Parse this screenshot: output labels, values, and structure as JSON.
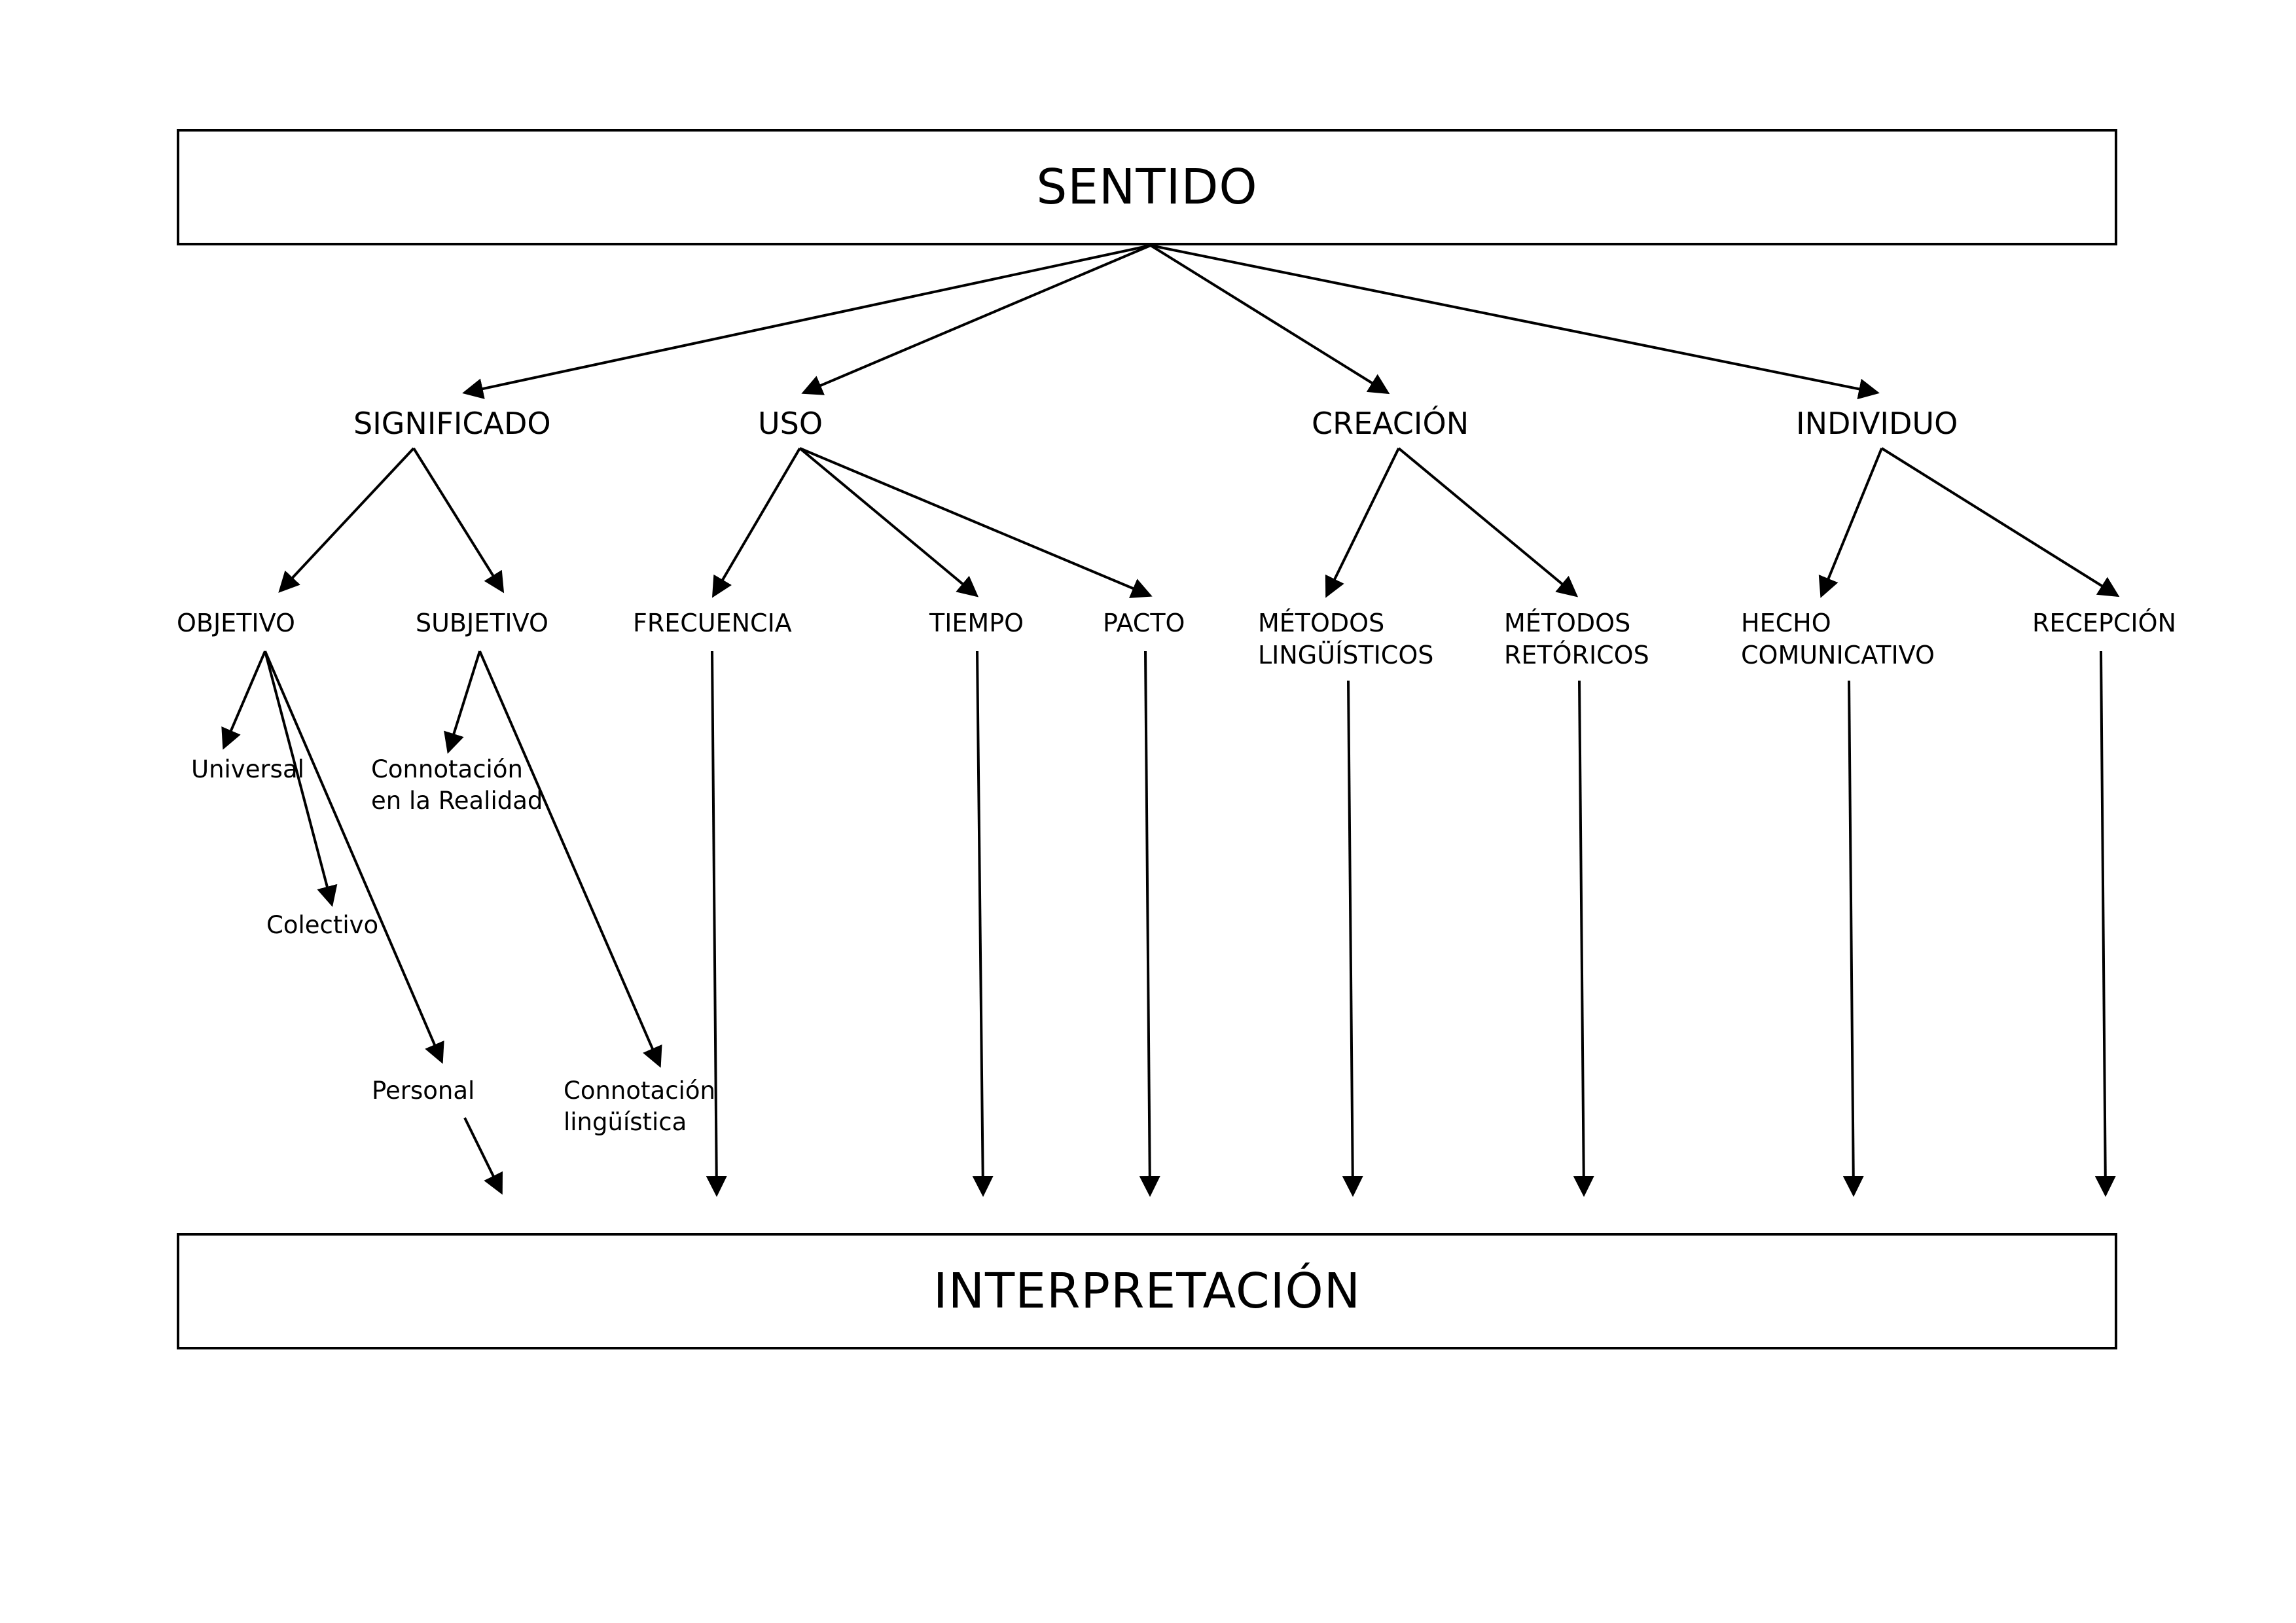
{
  "diagram": {
    "top_box": "SENTIDO",
    "bottom_box": "INTERPRETACIÓN",
    "level1": {
      "significado": "SIGNIFICADO",
      "uso": "USO",
      "creacion": "CREACIÓN",
      "individuo": "INDIVIDUO"
    },
    "level2": {
      "objetivo": "OBJETIVO",
      "subjetivo": "SUBJETIVO",
      "frecuencia": "FRECUENCIA",
      "tiempo": "TIEMPO",
      "pacto": "PACTO",
      "metodos_linguisticos": [
        "MÉTODOS",
        "LINGÜÍSTICOS"
      ],
      "metodos_retoricos": [
        "MÉTODOS",
        "RETÓRICOS"
      ],
      "hecho_comunicativo": [
        "HECHO",
        "COMUNICATIVO"
      ],
      "recepcion": "RECEPCIÓN"
    },
    "level3": {
      "universal": "Universal",
      "colectivo": "Colectivo",
      "personal": "Personal",
      "connotacion_realidad": [
        "Connotación",
        "en la Realidad"
      ],
      "connotacion_linguistica": [
        "Connotación",
        "lingüística"
      ]
    }
  }
}
